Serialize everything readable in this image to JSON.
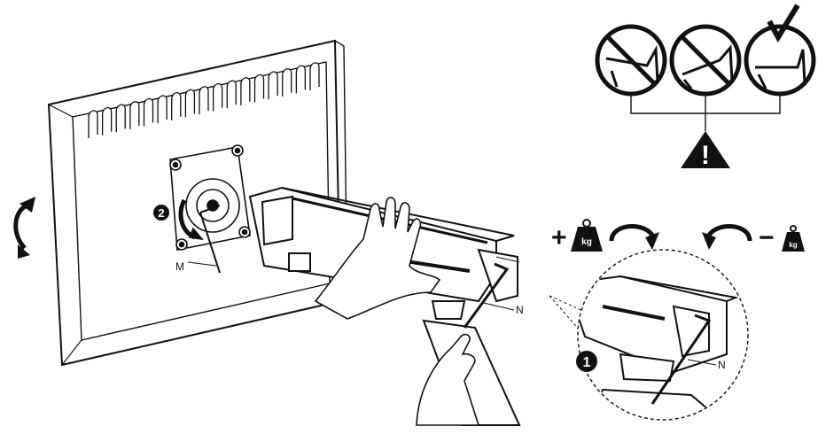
{
  "labels": {
    "wrench_m": "M",
    "wrench_n_main": "N",
    "wrench_n_detail": "N"
  },
  "steps": {
    "step_1": "1",
    "step_2": "2"
  },
  "weight": {
    "plus_symbol": "+",
    "minus_symbol": "−",
    "unit_increase": "kg",
    "unit_decrease": "kg"
  },
  "warning_panel": {
    "panels": [
      {
        "status": "prohibited",
        "icon": "arm-angled-up-prohibited-icon"
      },
      {
        "status": "prohibited",
        "icon": "arm-angled-down-prohibited-icon"
      },
      {
        "status": "correct",
        "icon": "arm-level-checkmark-icon"
      }
    ],
    "warning_icon": "warning-triangle-icon",
    "warning_glyph": "!"
  },
  "colors": {
    "line": "#111111",
    "fill_dark": "#111111",
    "paper": "#ffffff"
  }
}
